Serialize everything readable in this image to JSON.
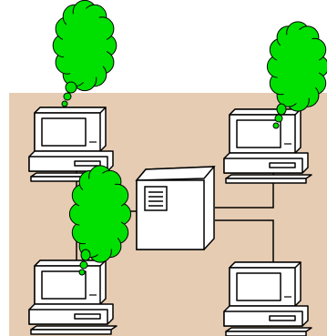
{
  "diagram": {
    "colors": {
      "page": "#ffffff",
      "panel": "#e6ccb3",
      "device_fill": "#ffffff",
      "outline": "#000000",
      "cloud": "#00e000"
    },
    "nodes": [
      {
        "id": "server",
        "kind": "server-tower"
      },
      {
        "id": "pc-top-left",
        "kind": "desktop-computer",
        "thought_cloud": true
      },
      {
        "id": "pc-top-right",
        "kind": "desktop-computer",
        "thought_cloud": true
      },
      {
        "id": "pc-bottom-left",
        "kind": "desktop-computer",
        "thought_cloud": true
      },
      {
        "id": "pc-bottom-right",
        "kind": "desktop-computer",
        "thought_cloud": false
      }
    ],
    "links": [
      [
        "server",
        "pc-top-left"
      ],
      [
        "server",
        "pc-top-right"
      ],
      [
        "server",
        "pc-bottom-left"
      ],
      [
        "server",
        "pc-bottom-right"
      ]
    ]
  }
}
